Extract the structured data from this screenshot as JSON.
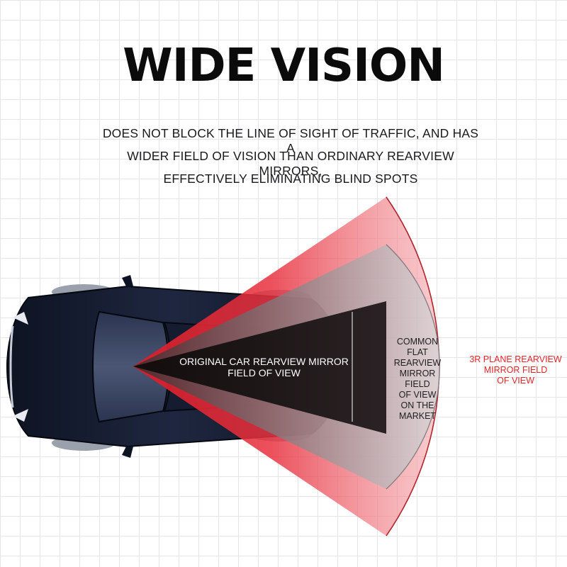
{
  "headline": "WIDE VISION",
  "description": {
    "line1": "DOES NOT BLOCK THE LINE OF SIGHT OF TRAFFIC, AND HAS A",
    "line2": "WIDER FIELD OF VISION THAN ORDINARY REARVIEW MIRRORS,",
    "line3": "EFFECTIVELY ELIMINATING BLIND SPOTS"
  },
  "labels": {
    "original": {
      "line1": "ORIGINAL CAR REARVIEW MIRROR",
      "line2": "FIELD OF VIEW"
    },
    "common": {
      "line1": "COMMON FLAT",
      "line2": "REARVIEW",
      "line3": "MIRROR FIELD",
      "line4": "OF VIEW",
      "line5": "ON THE",
      "line6": "MARKET"
    },
    "three_r": {
      "line1": "3R PLANE REARVIEW",
      "line2": "MIRROR FIELD",
      "line3": "OF VIEW"
    }
  },
  "colors": {
    "accent_red": "#e3262a",
    "car_body": "#131a2b",
    "original_fov": "#1c1414",
    "common_fov": "#b9b6ba",
    "wide_fov": "#ef3b46"
  }
}
